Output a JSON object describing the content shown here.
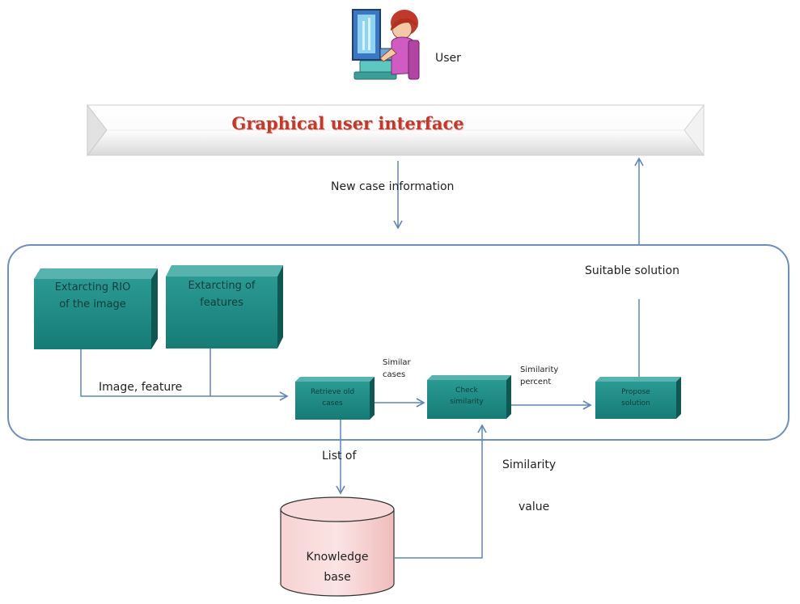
{
  "user": {
    "label": "User",
    "icon": "user-at-computer-icon"
  },
  "gui": {
    "title": "Graphical user interface"
  },
  "colors": {
    "box": "#1f8a84",
    "box_dark": "#0f5753",
    "box_light": "#56b3ad",
    "arrow": "#5b86b8",
    "panel_border": "#6b8fc0",
    "title": "#c0392b",
    "db": "#f4c7c7",
    "db_stroke": "#333333"
  },
  "boxes": {
    "extract_rio": "Extarcting RIO\nof the image",
    "extract_features": "Extarcting of\nfeatures",
    "retrieve": "Retrieve old\ncases",
    "check": "Check\nsimilarity",
    "propose": "Propose\nsolution"
  },
  "labels": {
    "new_case": "New case information",
    "suitable": "Suitable solution",
    "image_feature": "Image, feature",
    "similar_cases": "Similar\ncases",
    "similarity_percent": "Similarity\npercent",
    "list_of": "List of",
    "similarity": "Similarity",
    "value": "value"
  },
  "knowledge_base": "Knowledge\nbase"
}
